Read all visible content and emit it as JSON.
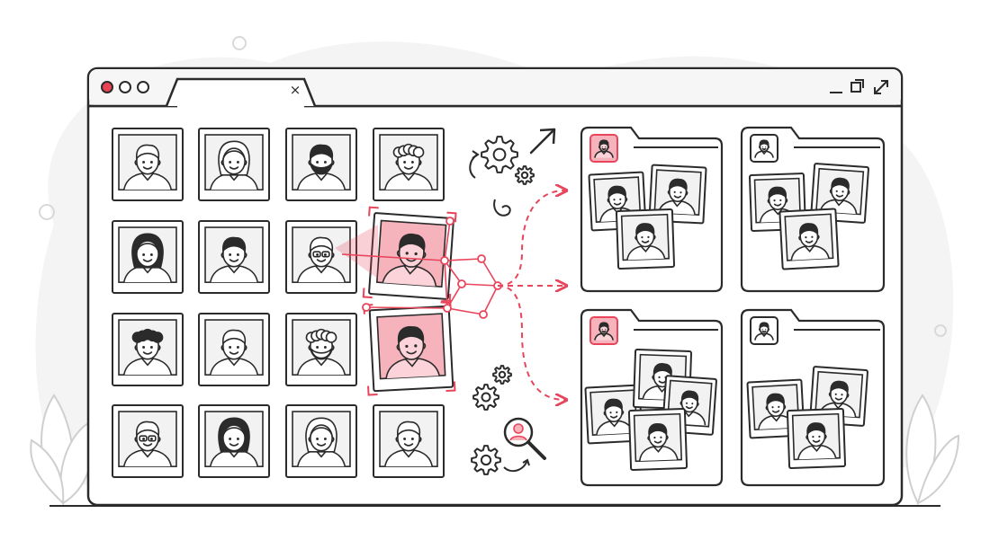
{
  "window": {
    "tab_close_glyph": "×",
    "traffic_lights": [
      "#e74352",
      "#ffffff",
      "#ffffff"
    ],
    "controls": [
      "minimize-icon",
      "restore-icon",
      "expand-icon"
    ]
  },
  "colors": {
    "ink": "#2b2b2b",
    "accent": "#e8455b",
    "accent_fill": "#f7b3bc",
    "photo_bg": "#f2f2f2",
    "blob": "#f3f3f3"
  },
  "gallery": {
    "rows": 4,
    "columns": 4,
    "photos": [
      {
        "id": "p1",
        "hair": "short",
        "highlight": false
      },
      {
        "id": "p2",
        "hair": "long",
        "highlight": false
      },
      {
        "id": "p3",
        "hair": "dark-beard",
        "highlight": false
      },
      {
        "id": "p4",
        "hair": "curly-light",
        "highlight": false
      },
      {
        "id": "p5",
        "hair": "long-dark",
        "highlight": false
      },
      {
        "id": "p6",
        "hair": "dark-short",
        "highlight": false
      },
      {
        "id": "p7",
        "hair": "glasses-older",
        "highlight": false
      },
      {
        "id": "p8",
        "hair": "dark-short",
        "highlight": true
      },
      {
        "id": "p9",
        "hair": "dark-curly",
        "highlight": false
      },
      {
        "id": "p10",
        "hair": "side-part",
        "highlight": false
      },
      {
        "id": "p11",
        "hair": "curly-beard",
        "highlight": false
      },
      {
        "id": "p12",
        "hair": "dark-short",
        "highlight": true
      },
      {
        "id": "p13",
        "hair": "glasses",
        "highlight": false
      },
      {
        "id": "p14",
        "hair": "long-dark",
        "highlight": false
      },
      {
        "id": "p15",
        "hair": "long-light",
        "highlight": false
      },
      {
        "id": "p16",
        "hair": "light-short",
        "highlight": false
      }
    ]
  },
  "process_icons": [
    "gear-icon",
    "arrow-up-right-icon",
    "refresh-icon",
    "magnifier-face-icon"
  ],
  "folders": [
    {
      "id": "folder-1",
      "tab_highlight": true,
      "photo_count": 3
    },
    {
      "id": "folder-2",
      "tab_highlight": false,
      "photo_count": 3
    },
    {
      "id": "folder-3",
      "tab_highlight": true,
      "photo_count": 4
    },
    {
      "id": "folder-4",
      "tab_highlight": false,
      "photo_count": 3
    }
  ]
}
